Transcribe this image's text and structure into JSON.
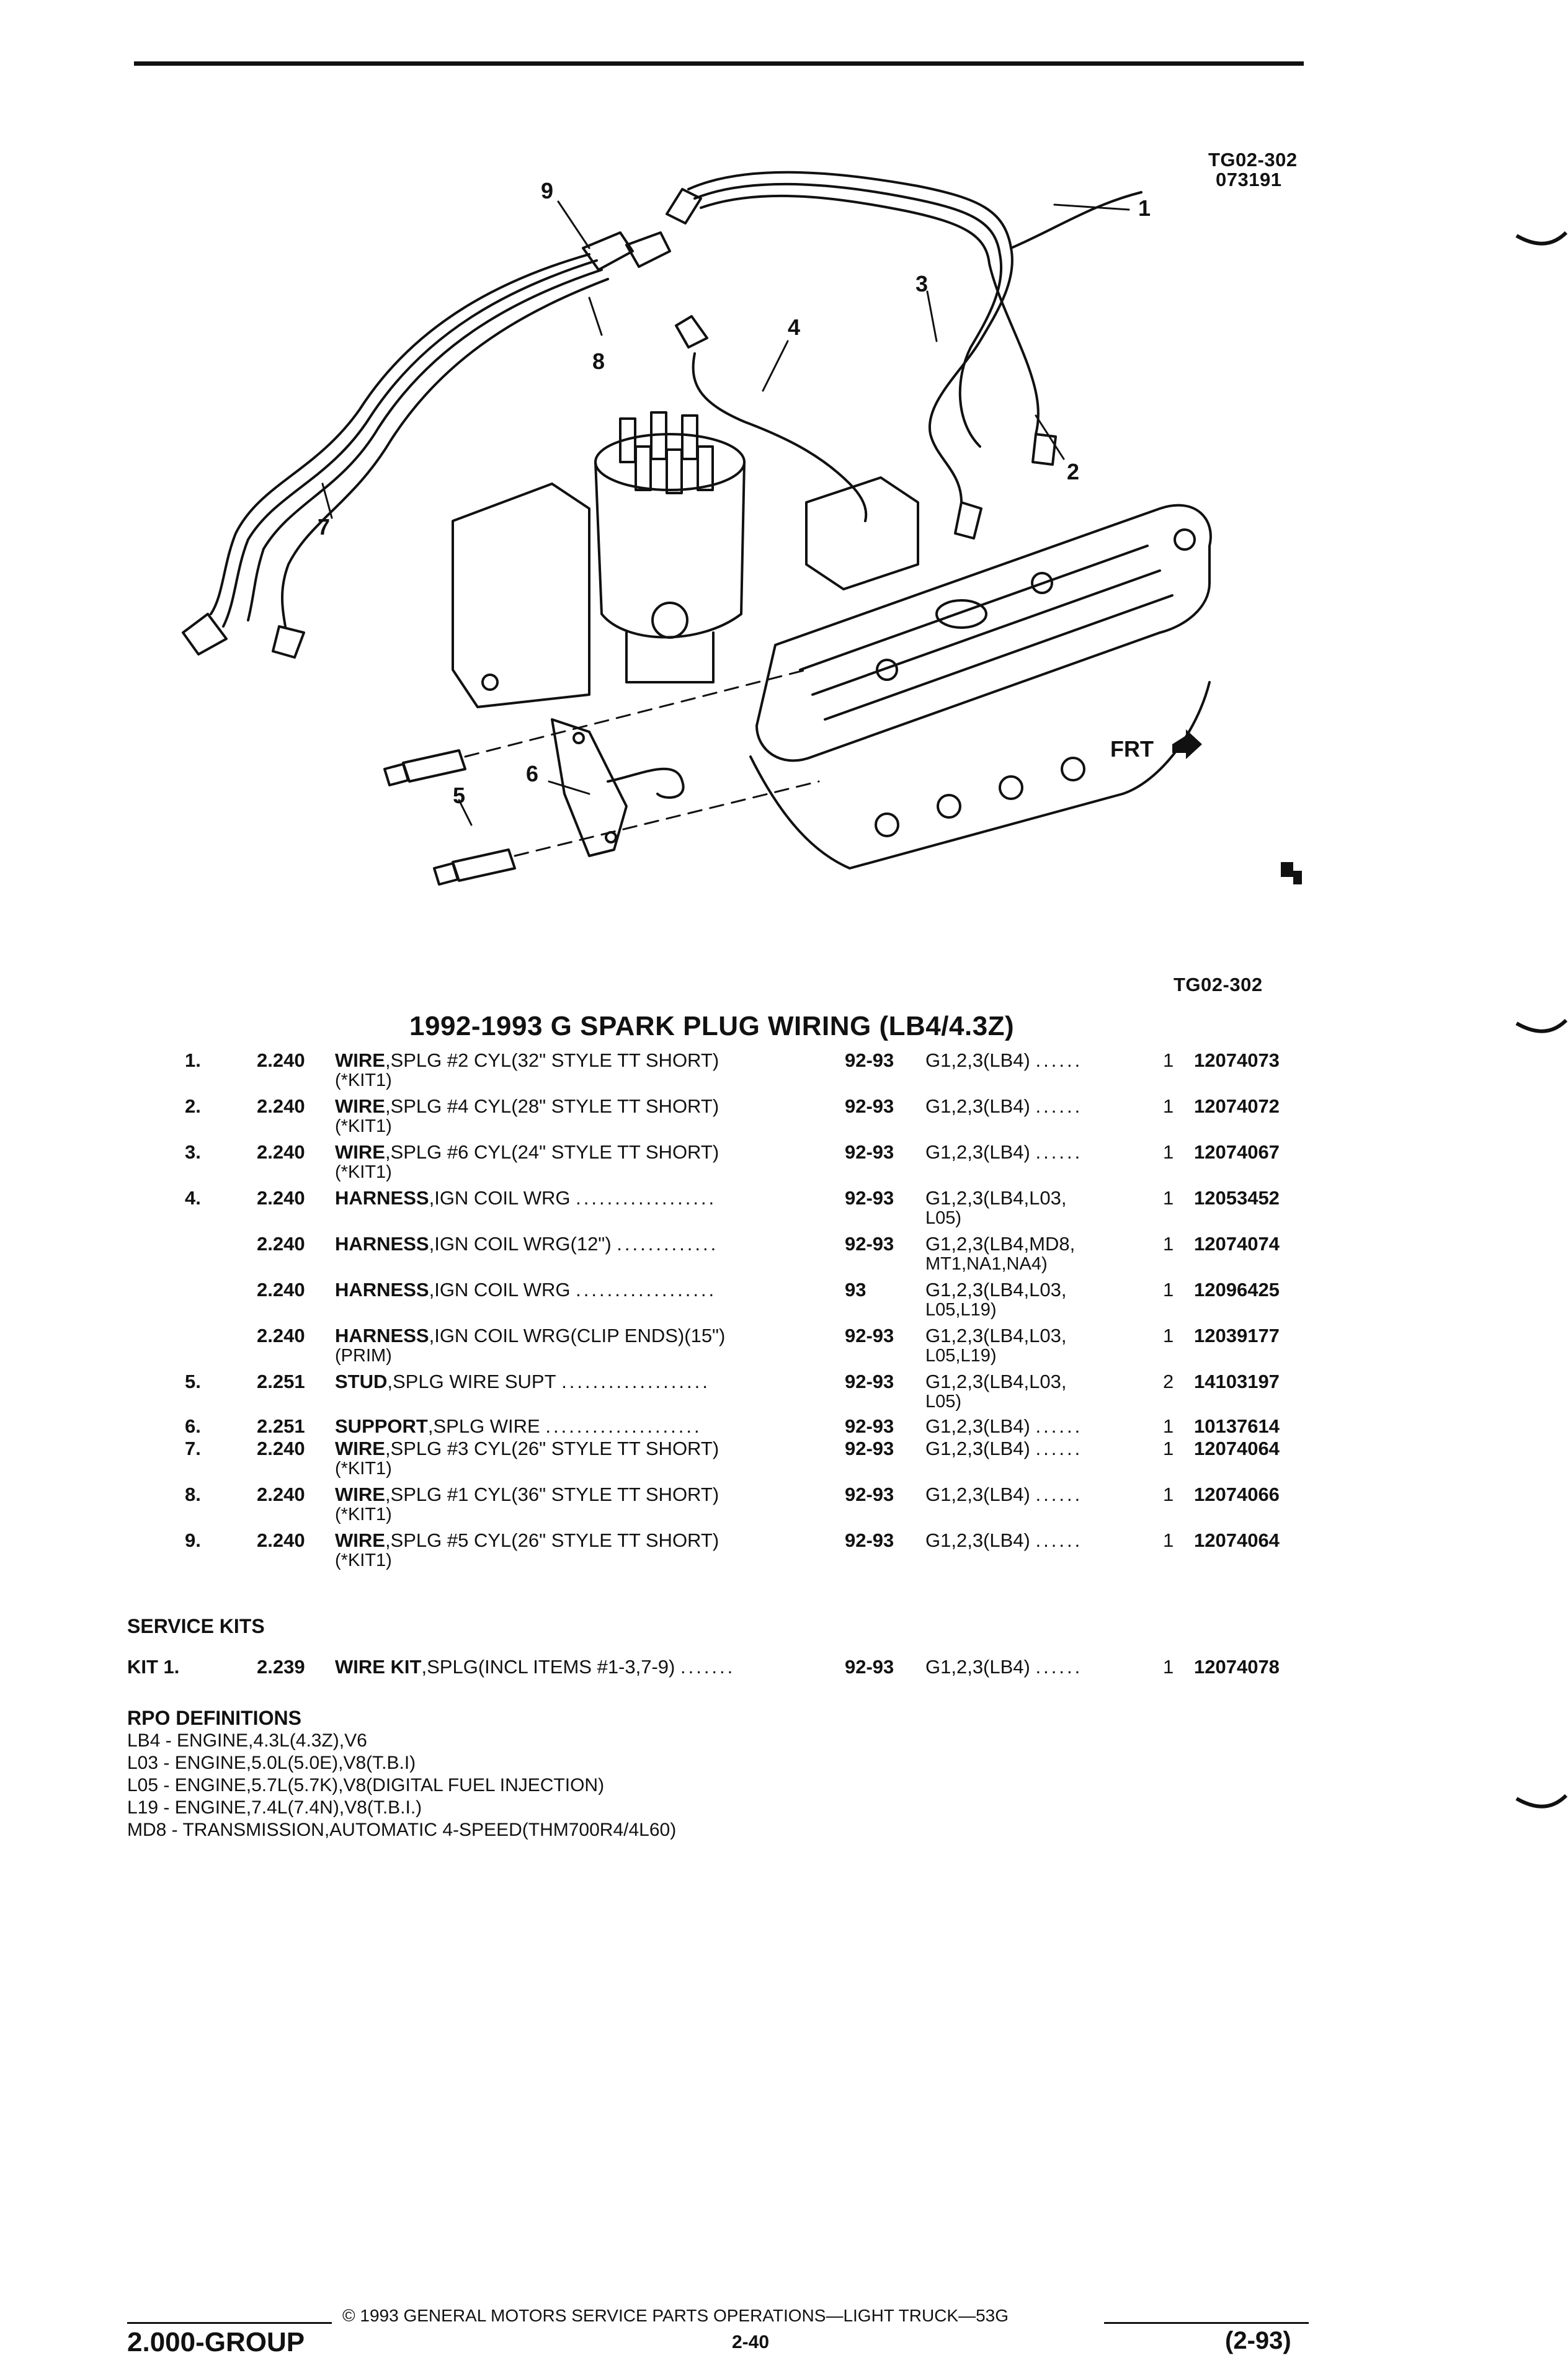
{
  "figure": {
    "id_top": "TG02-302",
    "date_code": "073191",
    "id_bottom": "TG02-302",
    "front_label": "FRT",
    "callouts": [
      "1",
      "2",
      "3",
      "4",
      "5",
      "6",
      "7",
      "8",
      "9"
    ]
  },
  "title": "1992-1993 G SPARK PLUG WIRING (LB4/4.3Z)",
  "parts": [
    {
      "num": "1.",
      "code": "2.240",
      "name": "WIRE",
      "desc": ",SPLG #2 CYL(32\" STYLE TT SHORT)",
      "dots": "",
      "year": "92-93",
      "app": "G1,2,3(LB4)",
      "app_dots": "......",
      "qty": "1",
      "part": "12074073",
      "line2": "(*KIT1)",
      "app2": ""
    },
    {
      "num": "2.",
      "code": "2.240",
      "name": "WIRE",
      "desc": ",SPLG #4 CYL(28\" STYLE TT SHORT)",
      "dots": "",
      "year": "92-93",
      "app": "G1,2,3(LB4)",
      "app_dots": "......",
      "qty": "1",
      "part": "12074072",
      "line2": "(*KIT1)",
      "app2": ""
    },
    {
      "num": "3.",
      "code": "2.240",
      "name": "WIRE",
      "desc": ",SPLG #6 CYL(24\" STYLE TT SHORT)",
      "dots": "",
      "year": "92-93",
      "app": "G1,2,3(LB4)",
      "app_dots": "......",
      "qty": "1",
      "part": "12074067",
      "line2": "(*KIT1)",
      "app2": ""
    },
    {
      "num": "4.",
      "code": "2.240",
      "name": "HARNESS",
      "desc": ",IGN COIL WRG",
      "dots": "..................",
      "year": "92-93",
      "app": "G1,2,3(LB4,L03,",
      "app_dots": "",
      "qty": "1",
      "part": "12053452",
      "line2": "",
      "app2": "L05)"
    },
    {
      "num": "",
      "code": "2.240",
      "name": "HARNESS",
      "desc": ",IGN COIL WRG(12\")",
      "dots": ".............",
      "year": "92-93",
      "app": "G1,2,3(LB4,MD8,",
      "app_dots": "",
      "qty": "1",
      "part": "12074074",
      "line2": "",
      "app2": "MT1,NA1,NA4)"
    },
    {
      "num": "",
      "code": "2.240",
      "name": "HARNESS",
      "desc": ",IGN COIL WRG",
      "dots": "..................",
      "year": "93",
      "app": "G1,2,3(LB4,L03,",
      "app_dots": "",
      "qty": "1",
      "part": "12096425",
      "line2": "",
      "app2": "L05,L19)"
    },
    {
      "num": "",
      "code": "2.240",
      "name": "HARNESS",
      "desc": ",IGN COIL WRG(CLIP ENDS)(15\")",
      "dots": "",
      "year": "92-93",
      "app": "G1,2,3(LB4,L03,",
      "app_dots": "",
      "qty": "1",
      "part": "12039177",
      "line2": "(PRIM)",
      "app2": "L05,L19)"
    },
    {
      "num": "5.",
      "code": "2.251",
      "name": "STUD",
      "desc": ",SPLG WIRE SUPT",
      "dots": "...................",
      "year": "92-93",
      "app": "G1,2,3(LB4,L03,",
      "app_dots": "",
      "qty": "2",
      "part": "14103197",
      "line2": "",
      "app2": "L05)"
    },
    {
      "num": "6.",
      "code": "2.251",
      "name": "SUPPORT",
      "desc": ",SPLG WIRE",
      "dots": "....................",
      "year": "92-93",
      "app": "G1,2,3(LB4)",
      "app_dots": "......",
      "qty": "1",
      "part": "10137614",
      "line2": "",
      "app2": ""
    },
    {
      "num": "7.",
      "code": "2.240",
      "name": "WIRE",
      "desc": ",SPLG #3 CYL(26\" STYLE TT SHORT)",
      "dots": "",
      "year": "92-93",
      "app": "G1,2,3(LB4)",
      "app_dots": "......",
      "qty": "1",
      "part": "12074064",
      "line2": "(*KIT1)",
      "app2": ""
    },
    {
      "num": "8.",
      "code": "2.240",
      "name": "WIRE",
      "desc": ",SPLG #1 CYL(36\" STYLE TT SHORT)",
      "dots": "",
      "year": "92-93",
      "app": "G1,2,3(LB4)",
      "app_dots": "......",
      "qty": "1",
      "part": "12074066",
      "line2": "(*KIT1)",
      "app2": ""
    },
    {
      "num": "9.",
      "code": "2.240",
      "name": "WIRE",
      "desc": ",SPLG #5 CYL(26\" STYLE TT SHORT)",
      "dots": "",
      "year": "92-93",
      "app": "G1,2,3(LB4)",
      "app_dots": "......",
      "qty": "1",
      "part": "12074064",
      "line2": "(*KIT1)",
      "app2": ""
    }
  ],
  "service_kits": {
    "heading": "SERVICE KITS",
    "row": {
      "num": "KIT 1.",
      "code": "2.239",
      "name": "WIRE KIT",
      "desc": ",SPLG(INCL ITEMS #1-3,7-9)",
      "dots": ".......",
      "year": "92-93",
      "app": "G1,2,3(LB4)",
      "app_dots": "......",
      "qty": "1",
      "part": "12074078"
    }
  },
  "rpo": {
    "heading": "RPO DEFINITIONS",
    "lines": [
      "LB4 - ENGINE,4.3L(4.3Z),V6",
      "L03 - ENGINE,5.0L(5.0E),V8(T.B.I)",
      "L05 - ENGINE,5.7L(5.7K),V8(DIGITAL FUEL INJECTION)",
      "L19 - ENGINE,7.4L(7.4N),V8(T.B.I.)",
      "MD8 - TRANSMISSION,AUTOMATIC 4-SPEED(THM700R4/4L60)"
    ]
  },
  "footer": {
    "copyright": "© 1993 GENERAL MOTORS SERVICE PARTS OPERATIONS—LIGHT TRUCK—53G",
    "group": "2.000-GROUP",
    "page": "2-40",
    "date": "(2-93)"
  }
}
